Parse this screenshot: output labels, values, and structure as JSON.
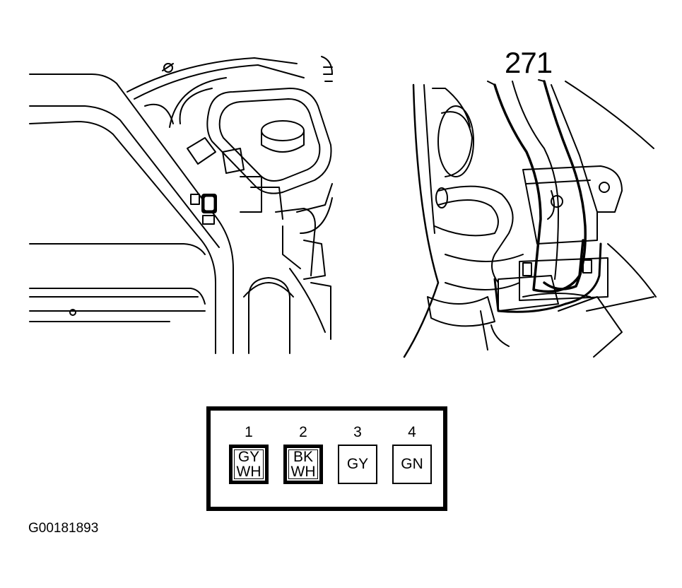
{
  "figure_id": "G00181893",
  "callout": "271",
  "connector": {
    "pins": [
      {
        "number": "1",
        "color_line1": "GY",
        "color_line2": "WH",
        "outline": "bold"
      },
      {
        "number": "2",
        "color_line1": "BK",
        "color_line2": "WH",
        "outline": "bold"
      },
      {
        "number": "3",
        "color_line1": "GY",
        "color_line2": "",
        "outline": "thin"
      },
      {
        "number": "4",
        "color_line1": "GN",
        "color_line2": "",
        "outline": "thin"
      }
    ]
  },
  "colors": {
    "ink": "#000000",
    "paper": "#ffffff"
  }
}
